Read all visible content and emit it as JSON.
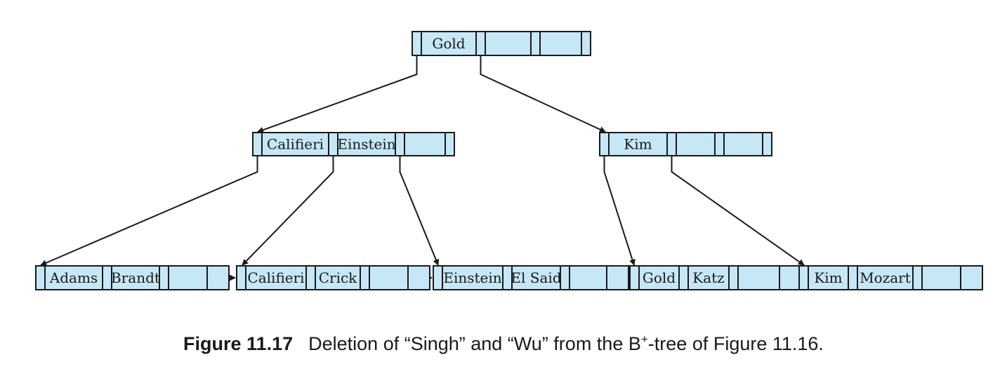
{
  "tree": {
    "root": {
      "keys": [
        "Gold",
        "",
        ""
      ]
    },
    "internal": [
      {
        "keys": [
          "Califieri",
          "Einstein",
          ""
        ]
      },
      {
        "keys": [
          "Kim",
          "",
          ""
        ]
      }
    ],
    "leaves": [
      {
        "keys": [
          "Adams",
          "Brandt",
          ""
        ]
      },
      {
        "keys": [
          "Califieri",
          "Crick",
          ""
        ]
      },
      {
        "keys": [
          "Einstein",
          "El Said",
          ""
        ]
      },
      {
        "keys": [
          "Gold",
          "Katz",
          ""
        ]
      },
      {
        "keys": [
          "Kim",
          "Mozart",
          ""
        ]
      }
    ]
  },
  "colors": {
    "node_fill": "#c6e7f5",
    "stroke": "#1a1a1a"
  },
  "caption": {
    "label": "Figure 11.17",
    "text_before": "Deletion of “Singh” and “Wu” from the B",
    "superscript": "+",
    "text_after": "-tree of Figure 11.16."
  }
}
